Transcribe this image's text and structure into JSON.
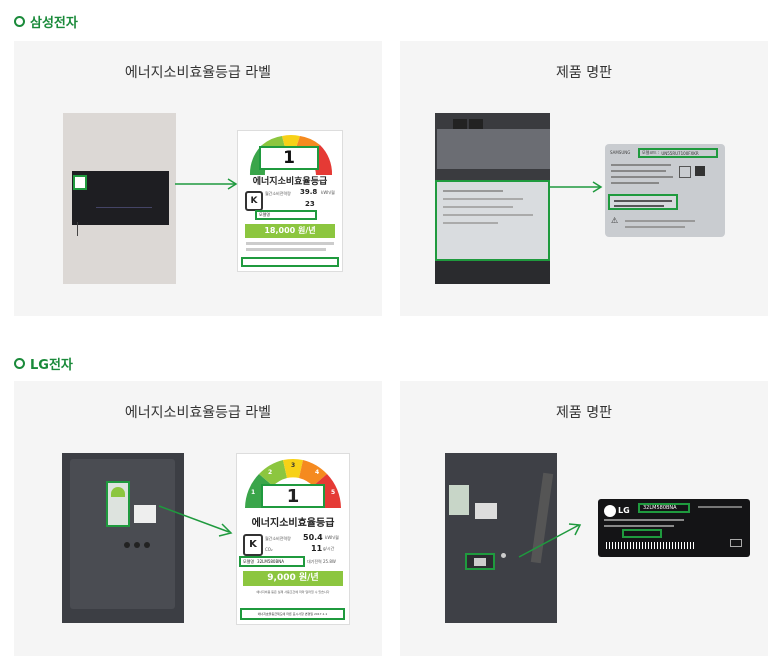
{
  "sections": [
    {
      "title": "삼성전자"
    },
    {
      "title": "LG전자"
    }
  ],
  "panels": {
    "samsung_label": {
      "title": "에너지소비효율등급 라벨"
    },
    "samsung_plate": {
      "title": "제품 명판"
    },
    "lg_label": {
      "title": "에너지소비효율등급 라벨"
    },
    "lg_plate": {
      "title": "제품 명판"
    }
  },
  "samsung_label_card": {
    "grade": "1",
    "heading": "에너지소비효율등급",
    "row1_label": "월간소비전력량",
    "row1_value": "39.8",
    "row1_unit": "kWh/월",
    "row2_value": "23",
    "row3_label": "모델명",
    "price": "18,000 원/년"
  },
  "lg_label_card": {
    "grade_numbers": [
      "1",
      "2",
      "3",
      "4",
      "5"
    ],
    "grade": "1",
    "heading": "에너지소비효율등급",
    "row1_label": "월간소비전력량",
    "row1_value": "50.4",
    "row1_unit": "kWh/월",
    "row2_label": "CO₂",
    "row2_value": "11",
    "row2_unit": "g/시간",
    "row3_label": "모델명",
    "row3_model": "32LM580BNA",
    "row3_extra": "대기전력 25.8W",
    "price": "9,000 원/년",
    "note": "에너지비용 등은 실제 사용조건에 따라 달라질 수 있습니다",
    "footer": "에너지효율등급제도에 따른 표시사항 변경일 2017.1.1"
  },
  "samsung_plate_card": {
    "model_label": "모델코드 :",
    "model": "UN55RU7100FXKR"
  },
  "lg_plate_card": {
    "brand": "LG",
    "model": "32LM580BNA"
  },
  "colors": {
    "accent": "#1a8a3a",
    "highlight_box": "#1f9a3e",
    "panel_bg": "#f5f5f5"
  }
}
